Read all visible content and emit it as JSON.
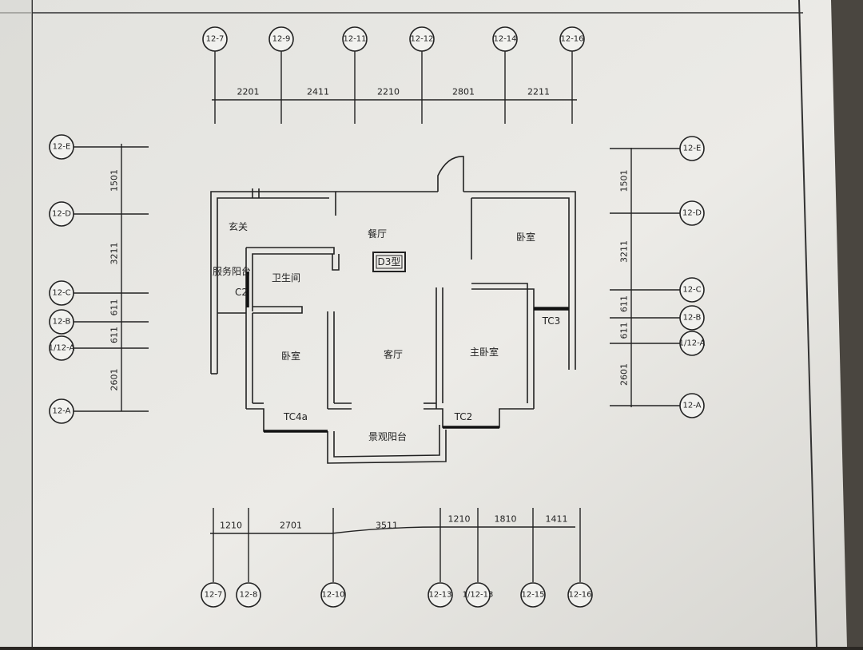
{
  "plan": {
    "type_label": "D3型",
    "rooms": {
      "dining": "餐厅",
      "bedroom_ne": "卧室",
      "bathroom": "卫生间",
      "entry": "玄关",
      "service_balcony": "服务阳台",
      "bedroom_sw": "卧室",
      "living": "客厅",
      "master": "主卧室",
      "view_balcony": "景观阳台"
    },
    "windows": {
      "c2": "C2",
      "tc3": "TC3",
      "tc4a": "TC4a",
      "tc2": "TC2"
    }
  },
  "top_axes": [
    "12-7",
    "12-9",
    "12-11",
    "12-12",
    "12-14",
    "12-16"
  ],
  "top_dims": [
    "2201",
    "2411",
    "2210",
    "2801",
    "2211"
  ],
  "bottom_axes": [
    "12-7",
    "12-8",
    "12-10",
    "12-13",
    "1/12-13",
    "12-15",
    "12-16"
  ],
  "bottom_dims": [
    "1210",
    "2701",
    "3511",
    "1210",
    "1810",
    "1411"
  ],
  "left_axes": [
    "12-E",
    "12-D",
    "12-C",
    "12-B",
    "1/12-A",
    "12-A"
  ],
  "left_dims": [
    "1501",
    "3211",
    "611",
    "611",
    "2601"
  ],
  "right_axes": [
    "12-E",
    "12-D",
    "12-C",
    "12-B",
    "1/12-A",
    "12-A"
  ],
  "right_dims": [
    "1501",
    "3211",
    "611",
    "611",
    "2601"
  ]
}
